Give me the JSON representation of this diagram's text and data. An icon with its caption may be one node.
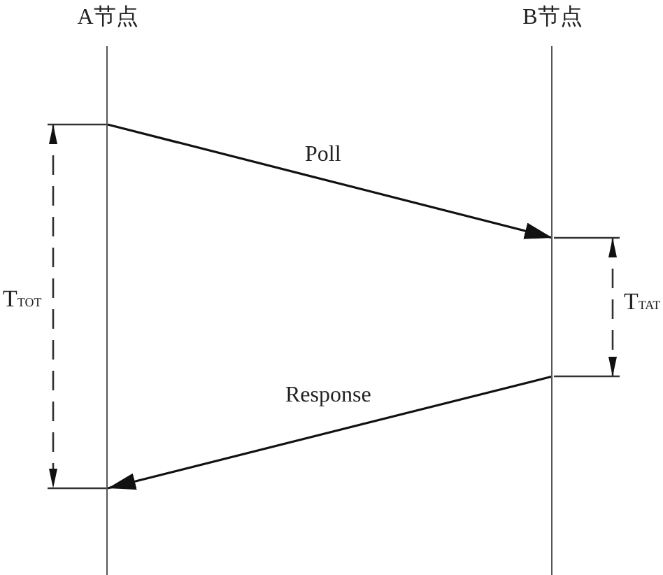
{
  "diagram": {
    "nodes": [
      {
        "text": [
          "A节点"
        ]
      },
      {
        "text": [
          "B节点"
        ]
      }
    ],
    "edges": [
      {
        "from": 0,
        "to": 1,
        "arrow": "to",
        "label": "Poll"
      },
      {
        "from": 1,
        "to": 0,
        "arrow": "to",
        "label": "Response"
      }
    ],
    "labels": [
      "T$_{TOT}$",
      "T$_{TAT}$"
    ]
  }
}
